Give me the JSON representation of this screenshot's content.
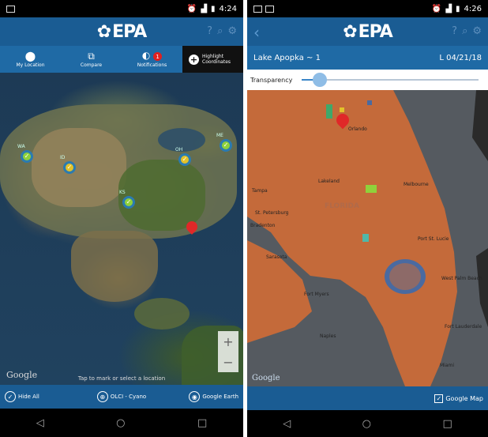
{
  "left": {
    "status_time": "4:24",
    "brand": "EPA",
    "tabs": [
      {
        "label": "My Location",
        "icon": "location-pin-icon"
      },
      {
        "label": "Compare",
        "icon": "compare-icon"
      },
      {
        "label": "Notifications",
        "icon": "bell-icon",
        "badge": "1"
      },
      {
        "label": "Highlight Coordinates",
        "icon": "add-circle-icon"
      }
    ],
    "markers": [
      "WA",
      "ID",
      "KS",
      "OH",
      "ME"
    ],
    "hint": "Tap to mark or select a location",
    "google": "Google",
    "zoom_in": "+",
    "zoom_out": "−",
    "bottom": [
      {
        "label": "Hide All",
        "icon": "check-circle-icon"
      },
      {
        "label": "OLCI - Cyano",
        "icon": "globe-icon"
      },
      {
        "label": "Google Earth",
        "icon": "earth-icon"
      }
    ]
  },
  "right": {
    "status_time": "4:26",
    "brand": "EPA",
    "location_title": "Lake Apopka ~ 1",
    "date": "L 04/21/18",
    "transparency_label": "Transparency",
    "transparency_value": 0.1,
    "state_label": "FLORIDA",
    "cities": [
      "Orlando",
      "Melbourne",
      "Lakeland",
      "Tampa",
      "Sarasota",
      "Port St. Lucie",
      "Fort Myers",
      "West Palm Beach",
      "Naples",
      "Fort Lauderdale",
      "Miami",
      "St. Petersburg",
      "Bradenton"
    ],
    "google": "Google",
    "bottom_toggle": "Google Map",
    "bottom_toggle_checked": true
  },
  "colors": {
    "appbar": "#1a5c93",
    "tabbar": "#1f6aa5",
    "bloom_map": "#c46a3a",
    "marker_green": "#8fd13b",
    "marker_yellow": "#e2c22a",
    "marker_red": "#e02828"
  }
}
